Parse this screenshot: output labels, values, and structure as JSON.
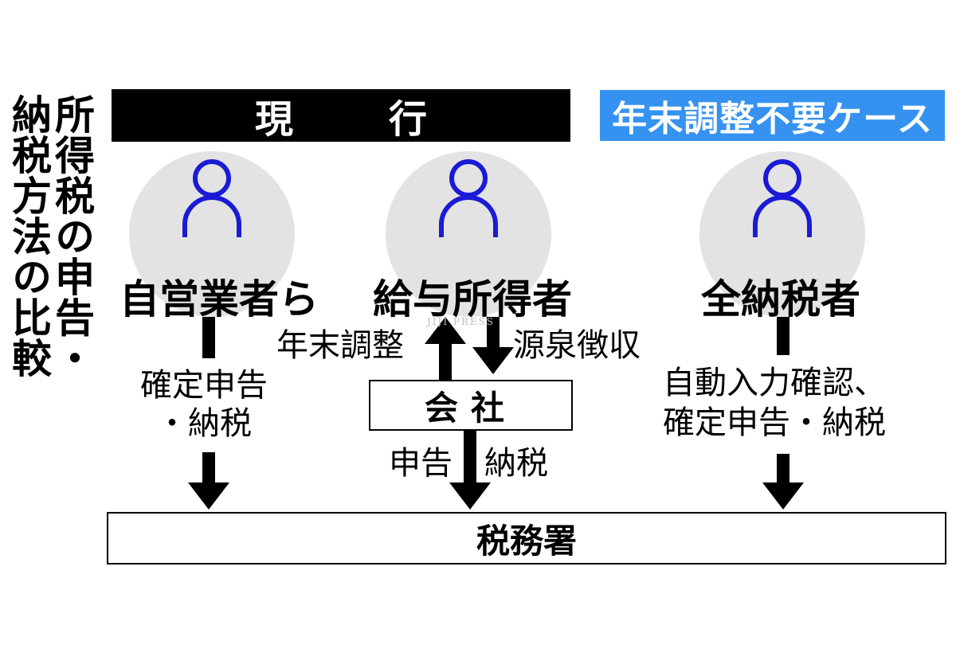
{
  "title": {
    "line1": "所得税の申告・",
    "line2": "納税方法の比較"
  },
  "banners": {
    "current": "現行",
    "new": "年末調整不要ケース"
  },
  "roles": {
    "self_employed": "自営業者ら",
    "salaried": "給与所得者",
    "all_taxpayers": "全納税者"
  },
  "labels": {
    "kakutei_line1": "確定申告",
    "kakutei_line2": "・納税",
    "nenmatsu": "年末調整",
    "gensen": "源泉徴収",
    "company_filing": "申告・納税",
    "auto_line1": "自動入力確認、",
    "auto_line2": "確定申告・納税"
  },
  "boxes": {
    "company": "会社",
    "tax_office": "税務署"
  },
  "watermark": "JIJI PRESS",
  "colors": {
    "person_icon": "#1b1bd6",
    "circle": "#e3e3e3",
    "banner_new": "#3592f0",
    "banner_current": "#000000"
  },
  "icons": [
    "person-icon",
    "arrow-down-icon",
    "arrow-up-icon"
  ]
}
